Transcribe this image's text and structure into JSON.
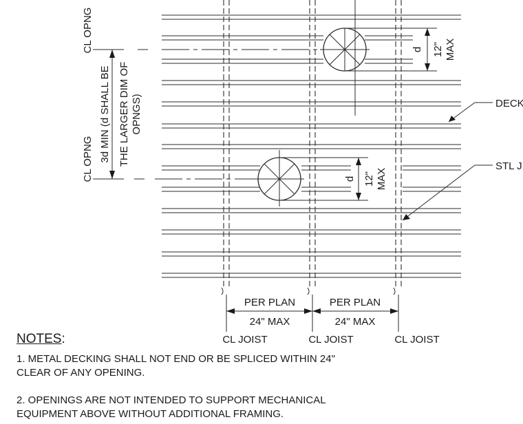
{
  "labels": {
    "cl_opng": "CL OPNG",
    "min_spacing_line1": "3d MIN (d SHALL BE",
    "min_spacing_line2": "THE LARGER DIM OF",
    "min_spacing_line3": "OPNGS)",
    "d": "d",
    "twelve": "12\"",
    "max": "MAX",
    "deck": "DECK",
    "stl_joist": "STL J",
    "per_plan": "PER PLAN",
    "spacing_max": "24\" MAX",
    "cl_joist": "CL JOIST"
  },
  "notes": {
    "title": "NOTES",
    "title_colon": ":",
    "note1_line1": "1. METAL DECKING SHALL NOT END OR BE SPLICED WITHIN 24\"",
    "note1_line2": "CLEAR OF ANY OPENING.",
    "note2_line1": "2. OPENINGS ARE NOT INTENDED TO SUPPORT MECHANICAL",
    "note2_line2": "EQUIPMENT ABOVE WITHOUT ADDITIONAL FRAMING."
  }
}
